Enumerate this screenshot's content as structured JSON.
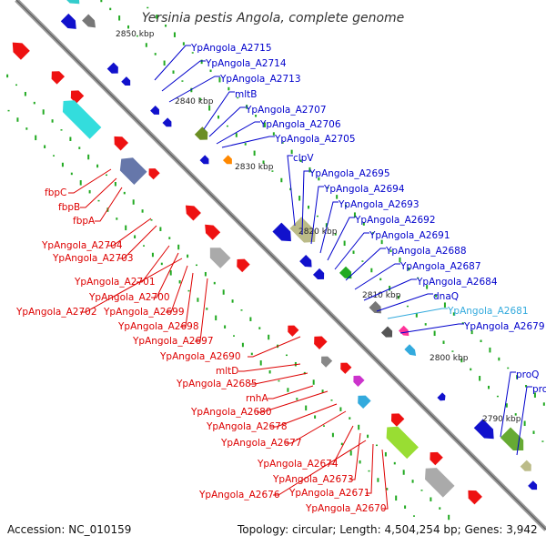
{
  "title": "Yersinia pestis Angola, complete genome",
  "footer": {
    "accession": "Accession: NC_010159",
    "topology": "Topology: circular; Length: 4,504,254 bp; Genes: 3,942"
  },
  "colors": {
    "plus_label": "#0000cc",
    "minus_label": "#dd0000",
    "highlight_label": "#33aadd",
    "backbone": "#888888"
  },
  "ticks": [
    "2850 kbp",
    "2840 kbp",
    "2830 kbp",
    "2820 kbp",
    "2810 kbp",
    "2800 kbp",
    "2790 kbp"
  ],
  "plus_labels": [
    "YpAngola_A2715",
    "YpAngola_A2714",
    "YpAngola_A2713",
    "mltB",
    "YpAngola_A2707",
    "YpAngola_A2706",
    "YpAngola_A2705",
    "clpV",
    "YpAngola_A2695",
    "YpAngola_A2694",
    "YpAngola_A2693",
    "YpAngola_A2692",
    "YpAngola_A2691",
    "YpAngola_A2688",
    "YpAngola_A2687",
    "YpAngola_A2684",
    "dnaQ",
    "YpAngola_A2681",
    "YpAngola_A2679",
    "proQ",
    "proX"
  ],
  "minus_labels": [
    "fbpC",
    "fbpB",
    "fbpA",
    "YpAngola_A2704",
    "YpAngola_A2703",
    "YpAngola_A2701",
    "YpAngola_A2700",
    "YpAngola_A2702",
    "YpAngola_A2699",
    "YpAngola_A2698",
    "YpAngola_A2697",
    "YpAngola_A2690",
    "mltD",
    "YpAngola_A2685",
    "rnhA",
    "YpAngola_A2680",
    "YpAngola_A2678",
    "YpAngola_A2677",
    "YpAngola_A2674",
    "YpAngola_A2673",
    "YpAngola_A2676",
    "YpAngola_A2671",
    "YpAngola_A2670"
  ]
}
